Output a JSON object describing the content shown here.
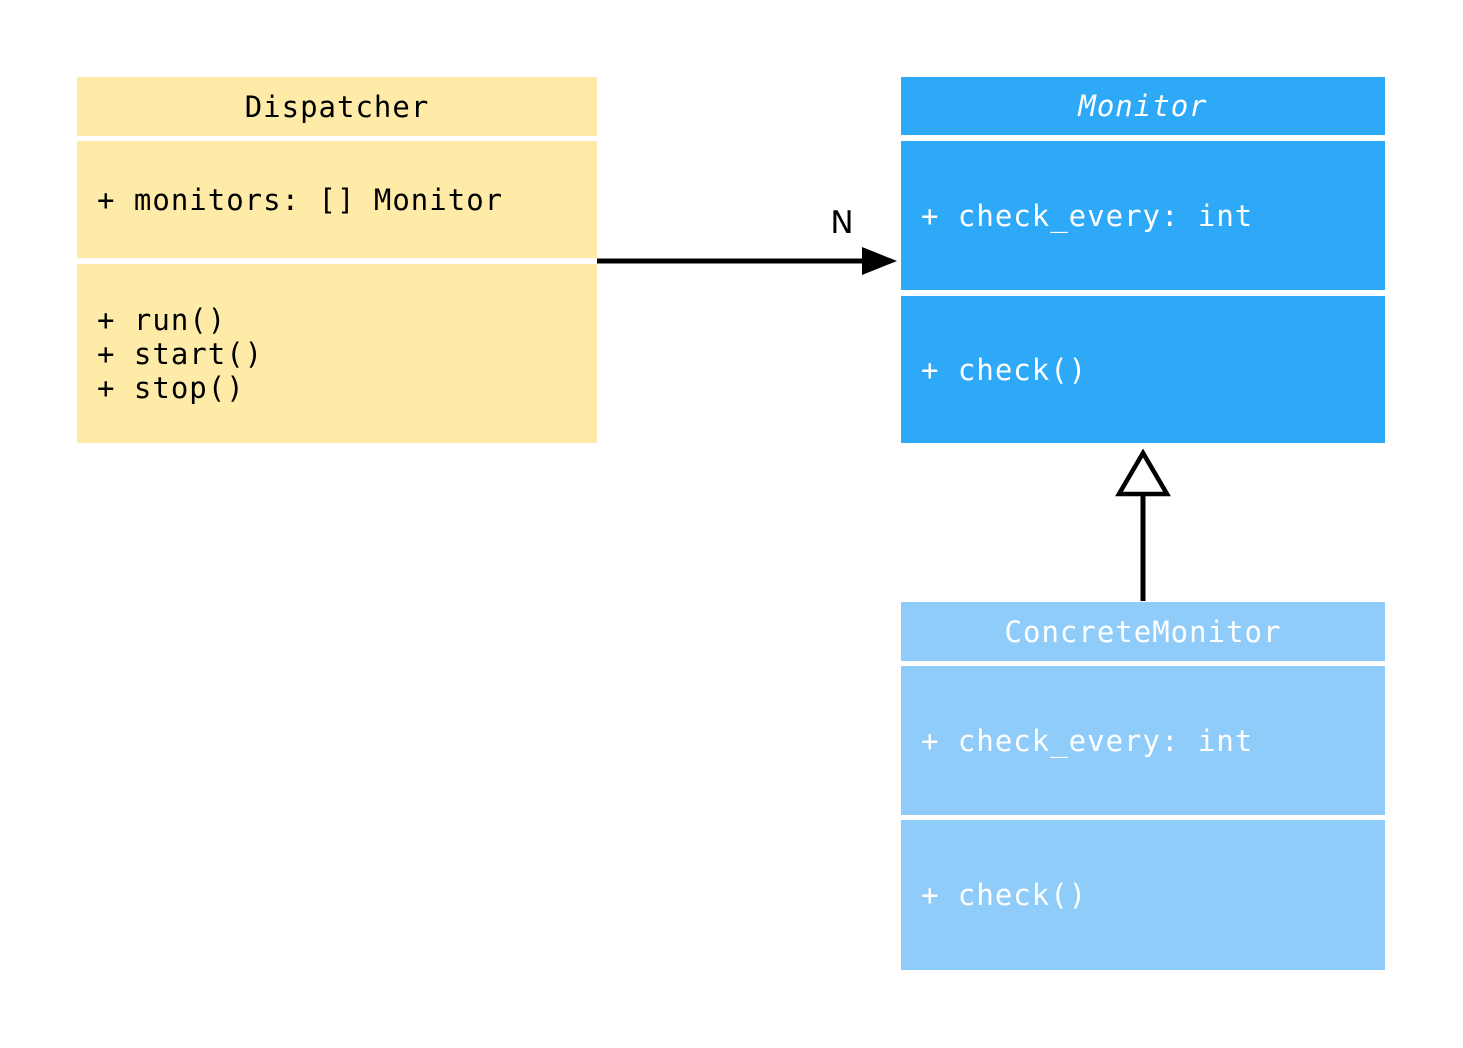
{
  "diagram": {
    "type": "uml-class-diagram",
    "background_color": "#ffffff",
    "line_color": "#000000",
    "classes": [
      {
        "name": "Dispatcher",
        "name_italic": false,
        "fill": "#feeba8",
        "text_color": "#000000",
        "attributes": [
          "+ monitors: [] Monitor"
        ],
        "methods": [
          "+ run()",
          "+ start()",
          "+ stop()"
        ]
      },
      {
        "name": "Monitor",
        "name_italic": true,
        "fill": "#2ea9f8",
        "text_color": "#ffffff",
        "attributes": [
          "+ check_every: int"
        ],
        "methods": [
          "+ check()"
        ]
      },
      {
        "name": "ConcreteMonitor",
        "name_italic": false,
        "fill": "#8fccf9",
        "text_color": "#ffffff",
        "attributes": [
          "+ check_every: int"
        ],
        "methods": [
          "+ check()"
        ]
      }
    ],
    "relationships": [
      {
        "type": "association",
        "from": "Dispatcher",
        "to": "Monitor",
        "label": "N"
      },
      {
        "type": "inheritance",
        "from": "ConcreteMonitor",
        "to": "Monitor",
        "label": ""
      }
    ]
  }
}
